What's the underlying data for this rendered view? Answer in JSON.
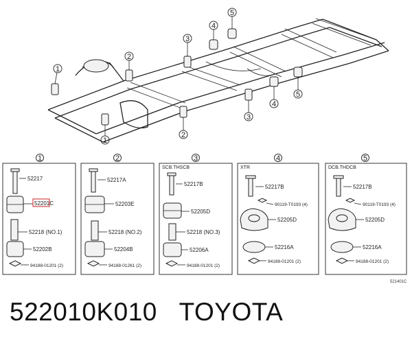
{
  "diagram": {
    "frame_callouts": [
      "1",
      "2",
      "3",
      "4",
      "5",
      "1",
      "2",
      "3",
      "4",
      "5"
    ],
    "panels": [
      {
        "number": "1",
        "header": "",
        "parts": [
          "52217",
          "52201C",
          "52218 (NO.1)",
          "52202B",
          "94188-01201 (2)"
        ]
      },
      {
        "number": "2",
        "header": "",
        "parts": [
          "52217A",
          "52203E",
          "52218 (NO.2)",
          "52204B",
          "94188-01261 (2)"
        ]
      },
      {
        "number": "3",
        "header": "SCB.THSCB",
        "parts": [
          "52217B",
          "52205D",
          "52218 (NO.3)",
          "52206A",
          "94188-01201 (2)"
        ]
      },
      {
        "number": "4",
        "header": "XTR",
        "parts": [
          "52217B",
          "90119-T0193 (4)",
          "52205D",
          "52216A",
          "94188-01201 (2)"
        ]
      },
      {
        "number": "5",
        "header": "DCB.THDCB",
        "parts": [
          "52217B",
          "90119-T0193 (4)",
          "52205D",
          "52216A",
          "94188-01201 (2)"
        ]
      }
    ],
    "figure_id": "521401C"
  },
  "caption": {
    "part_number": "522010K010",
    "brand": "TOYOTA"
  }
}
